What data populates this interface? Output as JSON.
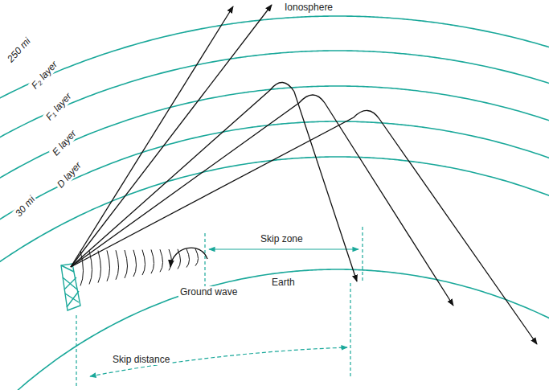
{
  "diagram": {
    "labels": [
      "Ionosphere",
      "250 mi",
      "F₂ layer",
      "F₁ layer",
      "E layer",
      "D layer",
      "30 mi",
      "Skip zone",
      "Ground wave",
      "Earth",
      "Skip distance"
    ]
  }
}
